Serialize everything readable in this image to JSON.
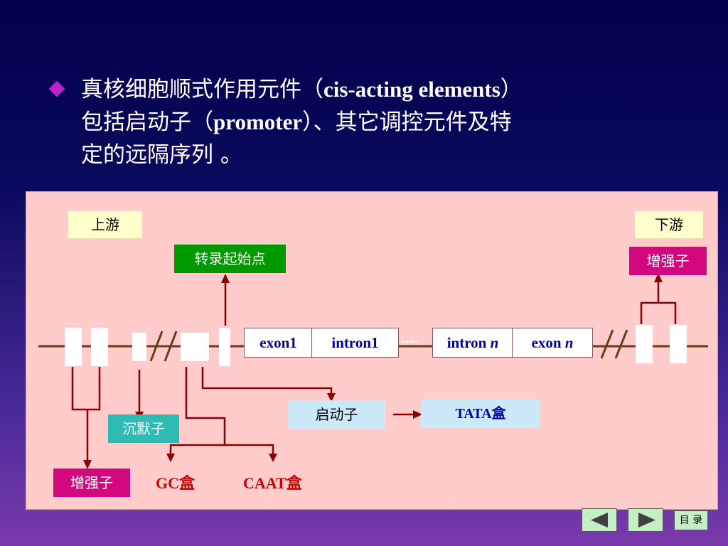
{
  "heading": {
    "line1_pre": "真核细胞顺式作用元件（",
    "line1_en": "cis-acting  elements",
    "line1_post": "）",
    "line2_pre": "包括启动子（",
    "line2_en": "promoter",
    "line2_post": "）、其它调控元件及特",
    "line3": "定的远隔序列 。"
  },
  "diagram": {
    "upstream": "上游",
    "downstream": "下游",
    "tss": "转录起始点",
    "enhancer_right": "增强子",
    "enhancer_left": "增强子",
    "silencer": "沉默子",
    "promoter": "启动子",
    "tata": "TATA盒",
    "gc_box": "GC盒",
    "caat_box": "CAAT盒",
    "exon1": "exon1",
    "intron1": "intron1",
    "intron_n_prefix": "intron ",
    "intron_n_italic": "n",
    "exon_n_prefix": "exon ",
    "exon_n_italic": "n",
    "dots": "·····"
  },
  "nav": {
    "prev_icon": "left-triangle-icon",
    "next_icon": "right-triangle-icon",
    "menu_label": "目 录"
  },
  "colors": {
    "line": "#8b0000",
    "dna": "#6b3a1a"
  }
}
